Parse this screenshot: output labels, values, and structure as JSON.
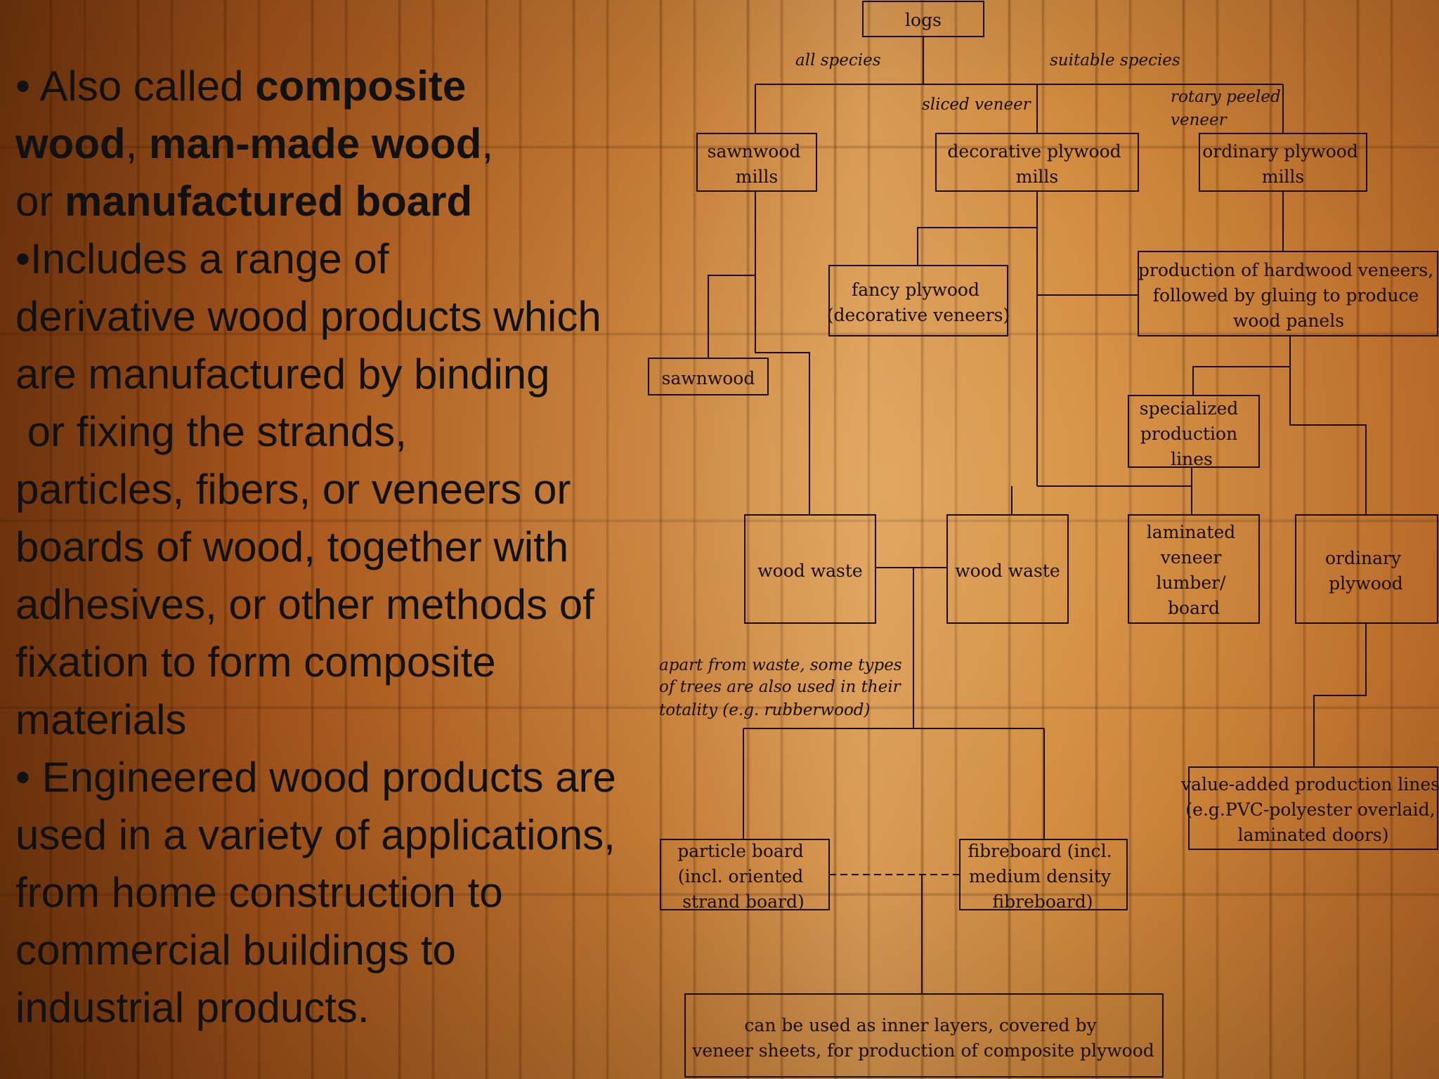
{
  "text": {
    "b1": {
      "pre": "• Also called ",
      "term1": "composite wood",
      "sep1": ", ",
      "term2": "man-made wood",
      "sep2": ",",
      "or": "or ",
      "term3": "manufactured board"
    },
    "b2": {
      "l1": "•Includes a range of",
      "l2": "derivative wood products which",
      "l3": "are manufactured by binding",
      "l4": " or fixing the strands,",
      "l5": "particles, fibers, or veneers or",
      "l6": "boards of wood, together with",
      "l7": "adhesives, or other methods of",
      "l8": "fixation to form composite",
      "l9": "materials"
    },
    "b3": {
      "l1": "• Engineered wood products are",
      "l2": "used in a variety of applications,",
      "l3": "from home construction to",
      "l4": "commercial buildings to",
      "l5": "industrial products."
    }
  },
  "diagram": {
    "nodes": {
      "logs": [
        "logs"
      ],
      "sawnwood_mills": [
        "sawnwood",
        "mills"
      ],
      "decorative_mills": [
        "decorative plywood",
        "mills"
      ],
      "ordinary_mills": [
        "ordinary plywood",
        "mills"
      ],
      "fancy_plywood": [
        "fancy plywood",
        "(decorative veneers)"
      ],
      "hardwood_veneers": [
        "production of hardwood veneers,",
        "followed by gluing to produce",
        "wood panels"
      ],
      "sawnwood": [
        "sawnwood"
      ],
      "specialized": [
        "specialized",
        "production",
        "lines"
      ],
      "wood_waste_1": [
        "wood waste"
      ],
      "wood_waste_2": [
        "wood waste"
      ],
      "lvl": [
        "laminated",
        "veneer",
        "lumber/",
        "board"
      ],
      "ordinary_plywood": [
        "ordinary",
        "plywood"
      ],
      "value_added": [
        "value-added production lines",
        "(e.g.PVC-polyester overlaid,",
        "laminated doors)"
      ],
      "particle_board": [
        "particle board",
        "(incl. oriented",
        "strand board)"
      ],
      "fibreboard": [
        "fibreboard (incl.",
        "medium density",
        "fibreboard)"
      ],
      "inner_layers": [
        "can be used as inner layers, covered by",
        "veneer sheets, for production of composite plywood"
      ]
    },
    "labels": {
      "all_species": "all species",
      "suitable_species": "suitable species",
      "sliced_veneer": "sliced veneer",
      "rotary_1": "rotary peeled",
      "rotary_2": "veneer",
      "note_1": "apart from waste, some types",
      "note_2": "of trees are also used in their",
      "note_3": "totality (e.g. rubberwood)"
    }
  }
}
